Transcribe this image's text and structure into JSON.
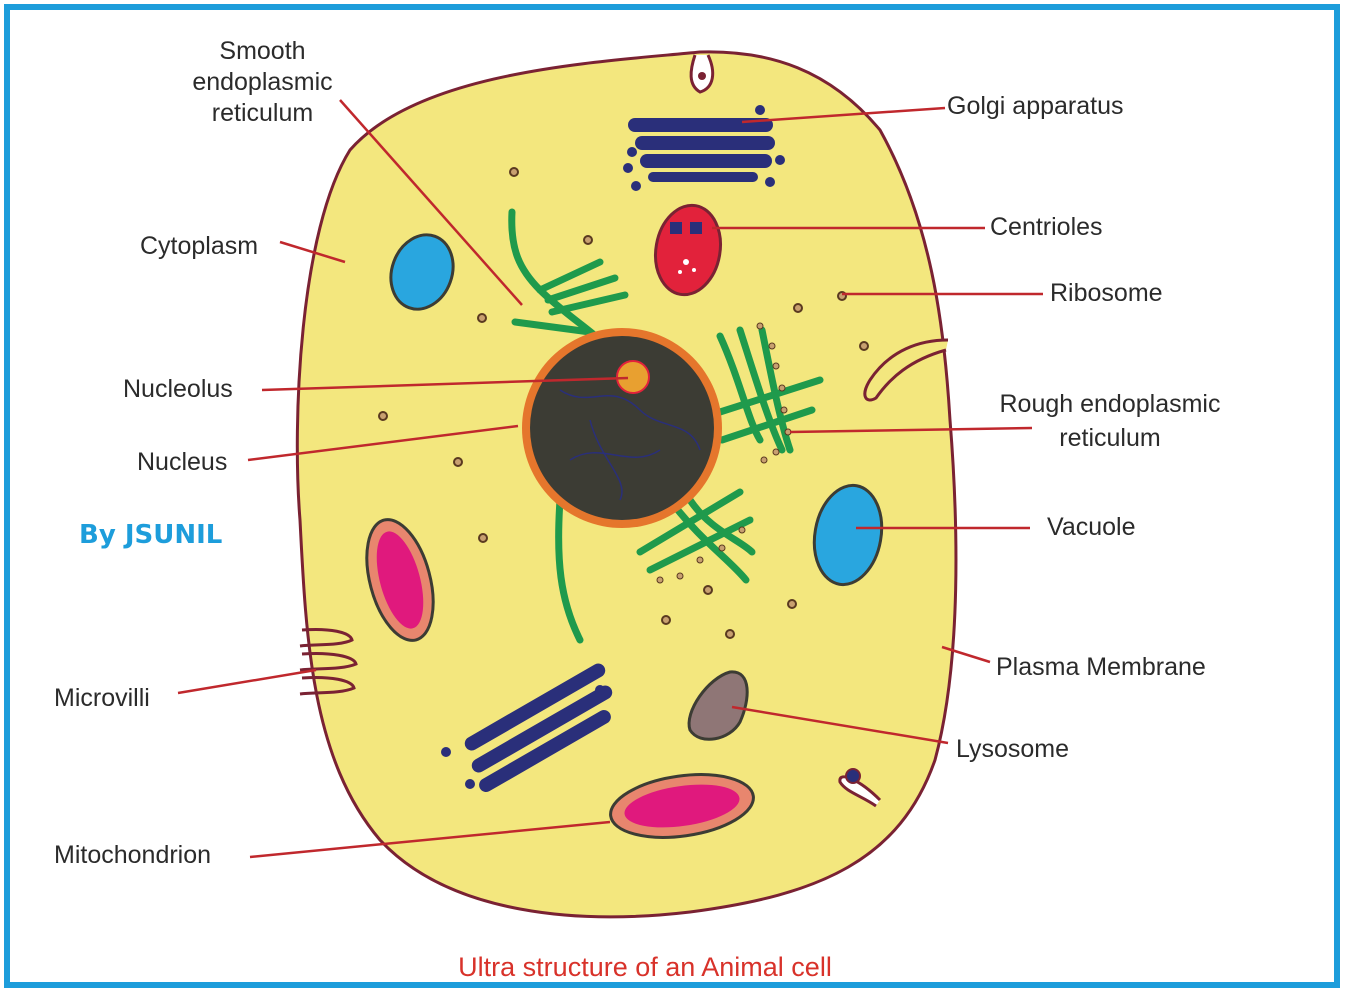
{
  "title": "Ultra structure of an Animal cell",
  "credit": "By JSUNIL",
  "labels": {
    "smooth_er": "Smooth endoplasmic reticulum",
    "cytoplasm": "Cytoplasm",
    "nucleolus": "Nucleolus",
    "nucleus": "Nucleus",
    "microvilli": "Microvilli",
    "mitochondrion": "Mitochondrion",
    "golgi": "Golgi apparatus",
    "centrioles": "Centrioles",
    "ribosome": "Ribosome",
    "rough_er": "Rough endoplasmic reticulum",
    "vacuole": "Vacuole",
    "plasma_membrane": "Plasma Membrane",
    "lysosome": "Lysosome"
  },
  "colors": {
    "frame": "#1d9ddb",
    "cytoplasm": "#f3e77e",
    "membrane": "#7a2233",
    "leader_line": "#c0282d",
    "nucleus": "#3c3c34",
    "nuclear_envelope": "#e5762c",
    "er": "#1f9a4c",
    "golgi": "#2a2f7a",
    "vacuole": "#29a6df",
    "centriole_body": "#e2223b",
    "mitochondrion_outer": "#e8866e",
    "mitochondrion_inner": "#e0197d",
    "lysosome": "#8f7676",
    "title": "#d8322a"
  }
}
